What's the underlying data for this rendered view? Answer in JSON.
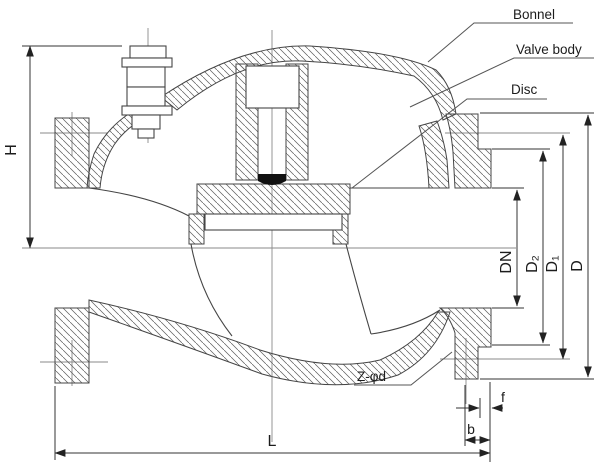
{
  "drawing": {
    "part_labels": {
      "bonnet": "Bonnel",
      "valve_body": "Valve body",
      "disc": "Disc"
    },
    "dimensions": {
      "height": "H",
      "nominal_bore": "DN",
      "raised_face_diameter": "D₂",
      "bolt_circle_diameter": "D₁",
      "flange_outer_diameter": "D",
      "face_to_face_length": "L",
      "flange_thickness": "b",
      "raised_face_height": "f",
      "bolt_holes": "Z-φd"
    },
    "colors": {
      "background": "#ffffff",
      "line": "#454545",
      "centerline": "#8a8a8a",
      "text": "#1c1c1c"
    }
  }
}
